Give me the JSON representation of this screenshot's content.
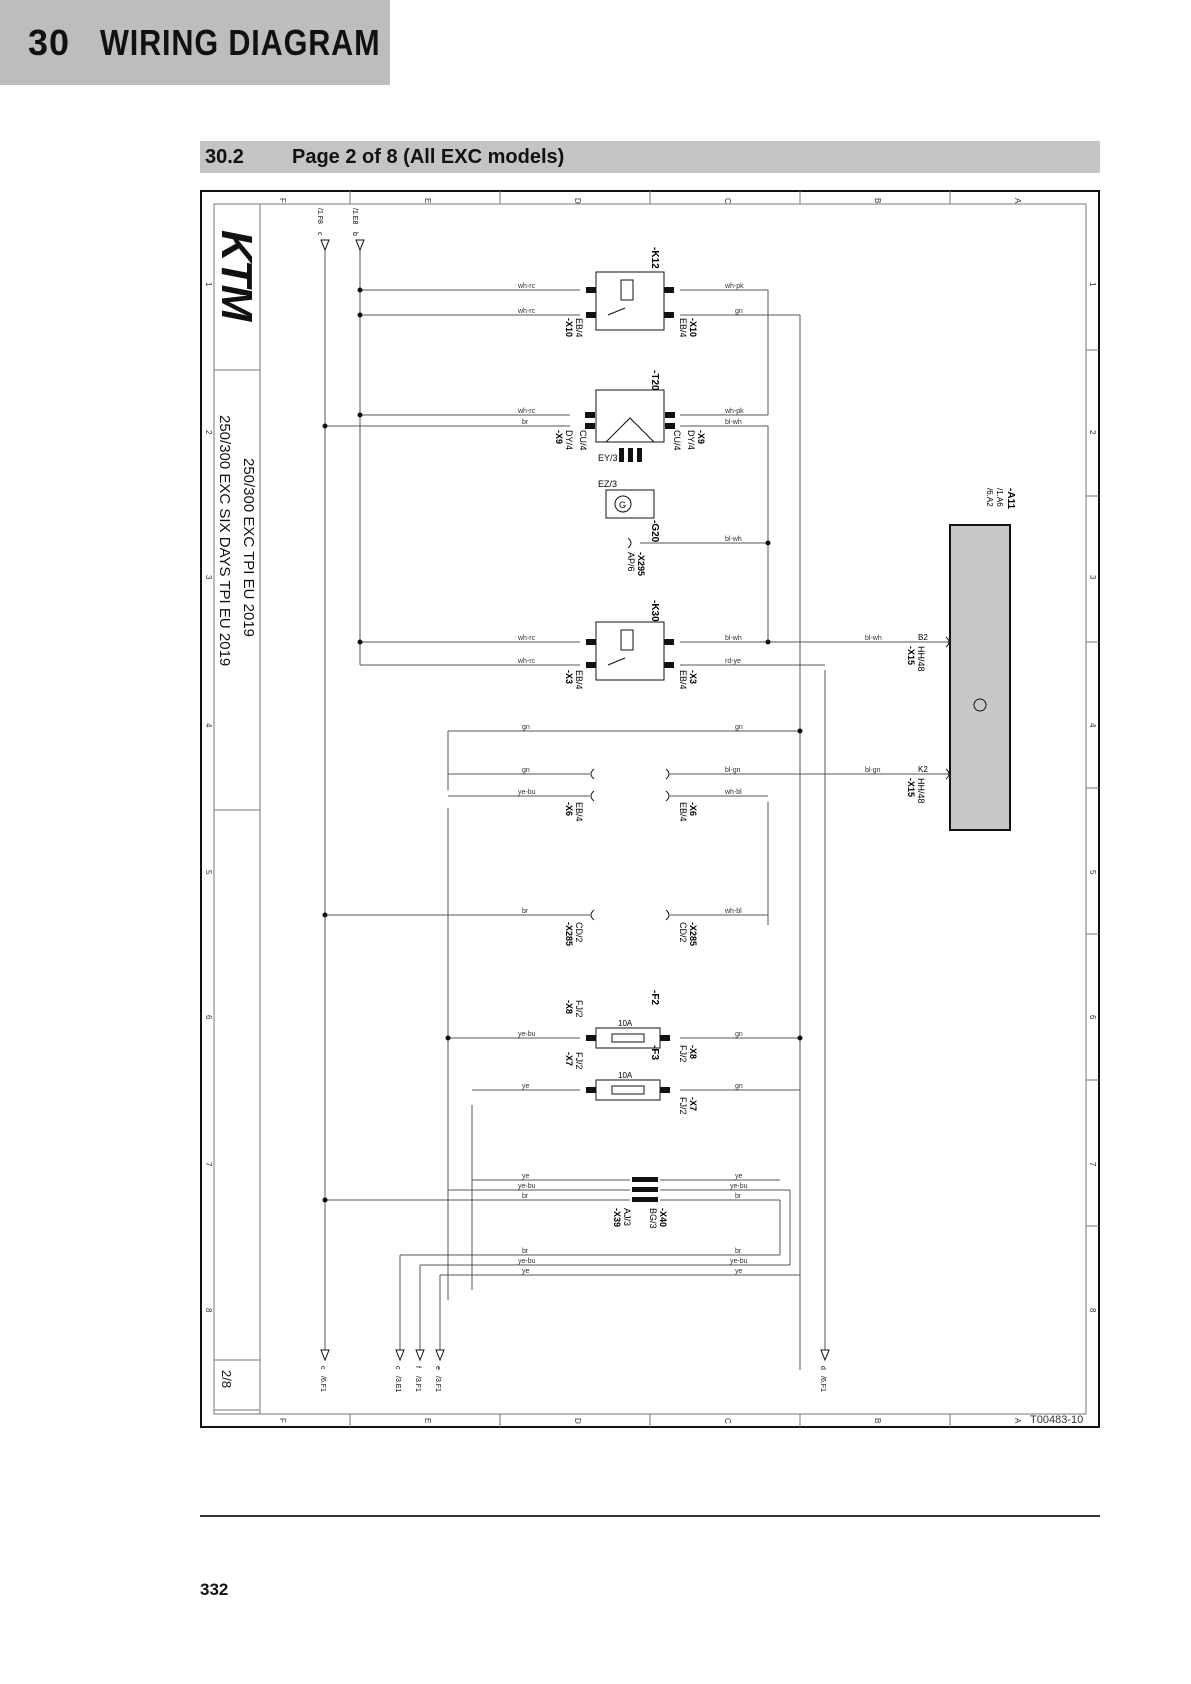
{
  "header": {
    "chapter_number": "30",
    "chapter_title": "WIRING DIAGRAM"
  },
  "section": {
    "number": "30.2",
    "title": "Page 2 of 8 (All EXC models)"
  },
  "diagram": {
    "brand_logo": "KTM",
    "model_line_1": "250/300 EXC TPI EU 2019",
    "model_line_2": "250/300 EXC SIX DAYS TPI EU 2019",
    "sheet": "2/8",
    "drawing_number": "T00483-10",
    "column_letters": [
      "F",
      "E",
      "D",
      "C",
      "B",
      "A"
    ],
    "row_numbers": [
      "1",
      "2",
      "3",
      "4",
      "5",
      "6",
      "7",
      "8"
    ],
    "refs_top": [
      {
        "label": "/1.F8",
        "letter": "c"
      },
      {
        "label": "/1.E8",
        "letter": "b"
      }
    ],
    "refs_bottom": [
      {
        "label": "/6.F1",
        "letter": "c"
      },
      {
        "label": "/3.E1",
        "letter": "c"
      },
      {
        "label": "/3.F1",
        "letter": "f"
      },
      {
        "label": "/3.F1",
        "letter": "e"
      },
      {
        "label": "/6.F1",
        "letter": "d"
      }
    ],
    "components": {
      "k12": "-K12",
      "t20": "-T20",
      "g20": "-G20",
      "k30": "-K30",
      "f2": "-F2",
      "f3": "-F3",
      "a11": "-A11",
      "a11_refs": [
        "/1.A6",
        "/6.A2"
      ],
      "fuse_rating": "10A",
      "ey3": "EY/3",
      "ez3": "EZ/3"
    },
    "connectors": {
      "x10": "-X10",
      "eb4": "EB/4",
      "x9": "-X9",
      "dy4": "DY/4",
      "cu4": "CU/4",
      "x295": "-X295",
      "ap6": "AP/6",
      "x3": "-X3",
      "x6": "-X6",
      "x285": "-X285",
      "cd2": "CD/2",
      "x8": "-X8",
      "fj2": "FJ/2",
      "x7": "-X7",
      "x39": "-X39",
      "aj3": "AJ/3",
      "x40": "-X40",
      "bg3": "BG/3",
      "x15": "-X15",
      "hh48": "HH/48",
      "b2": "B2",
      "k2": "K2"
    },
    "wire_colors": {
      "wh_rc": "wh-rc",
      "wh_pk": "wh-pk",
      "gn": "gn",
      "br": "br",
      "bl_wh": "bl-wh",
      "rd_ye": "rd-ye",
      "bl_gn": "bl-gn",
      "ye_bu": "ye-bu",
      "wh_bl": "wh-bl",
      "ye": "ye"
    }
  }
}
